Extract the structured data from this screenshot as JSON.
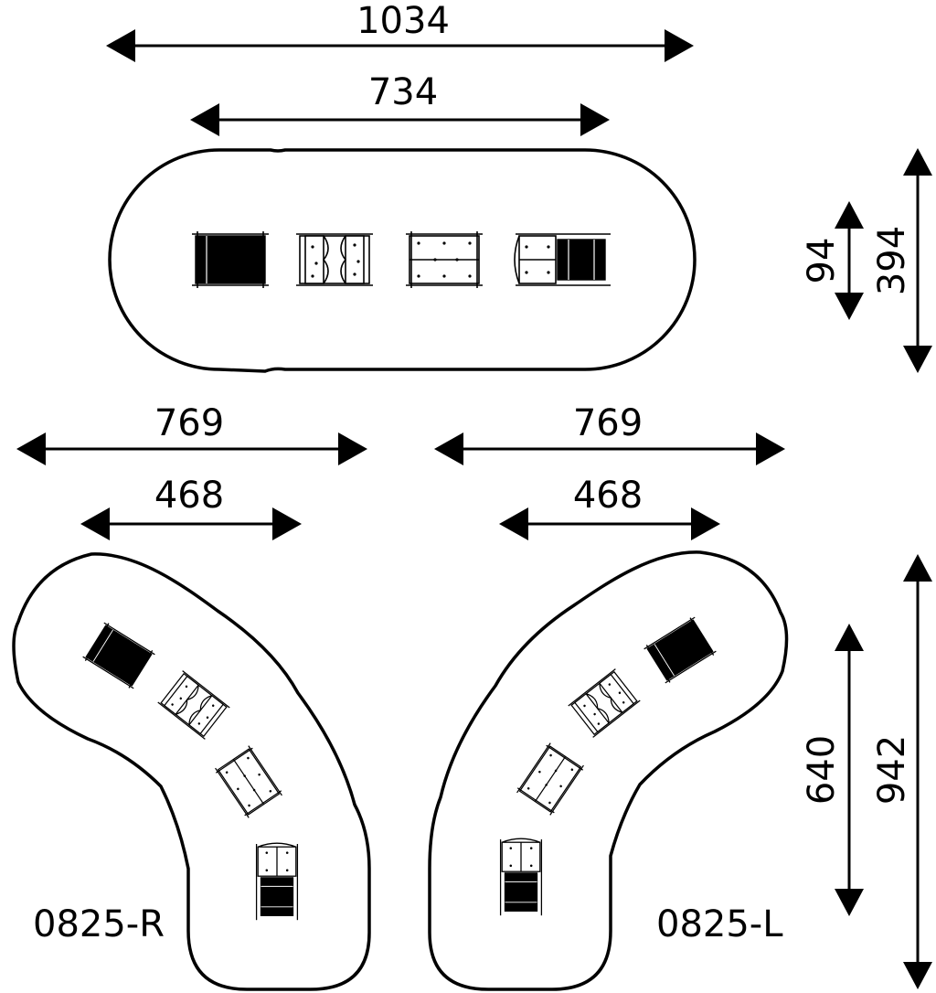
{
  "top_view": {
    "width_overall": "1034",
    "width_inner": "734",
    "height_inner": "94",
    "height_overall": "394"
  },
  "right_view": {
    "width_overall": "769",
    "width_inner": "468",
    "label": "0825-R"
  },
  "left_view": {
    "width_overall": "769",
    "width_inner": "468",
    "label": "0825-L"
  },
  "curved_height_inner": "640",
  "curved_height_overall": "942",
  "colors": {
    "line": "#000000",
    "background": "#ffffff"
  }
}
